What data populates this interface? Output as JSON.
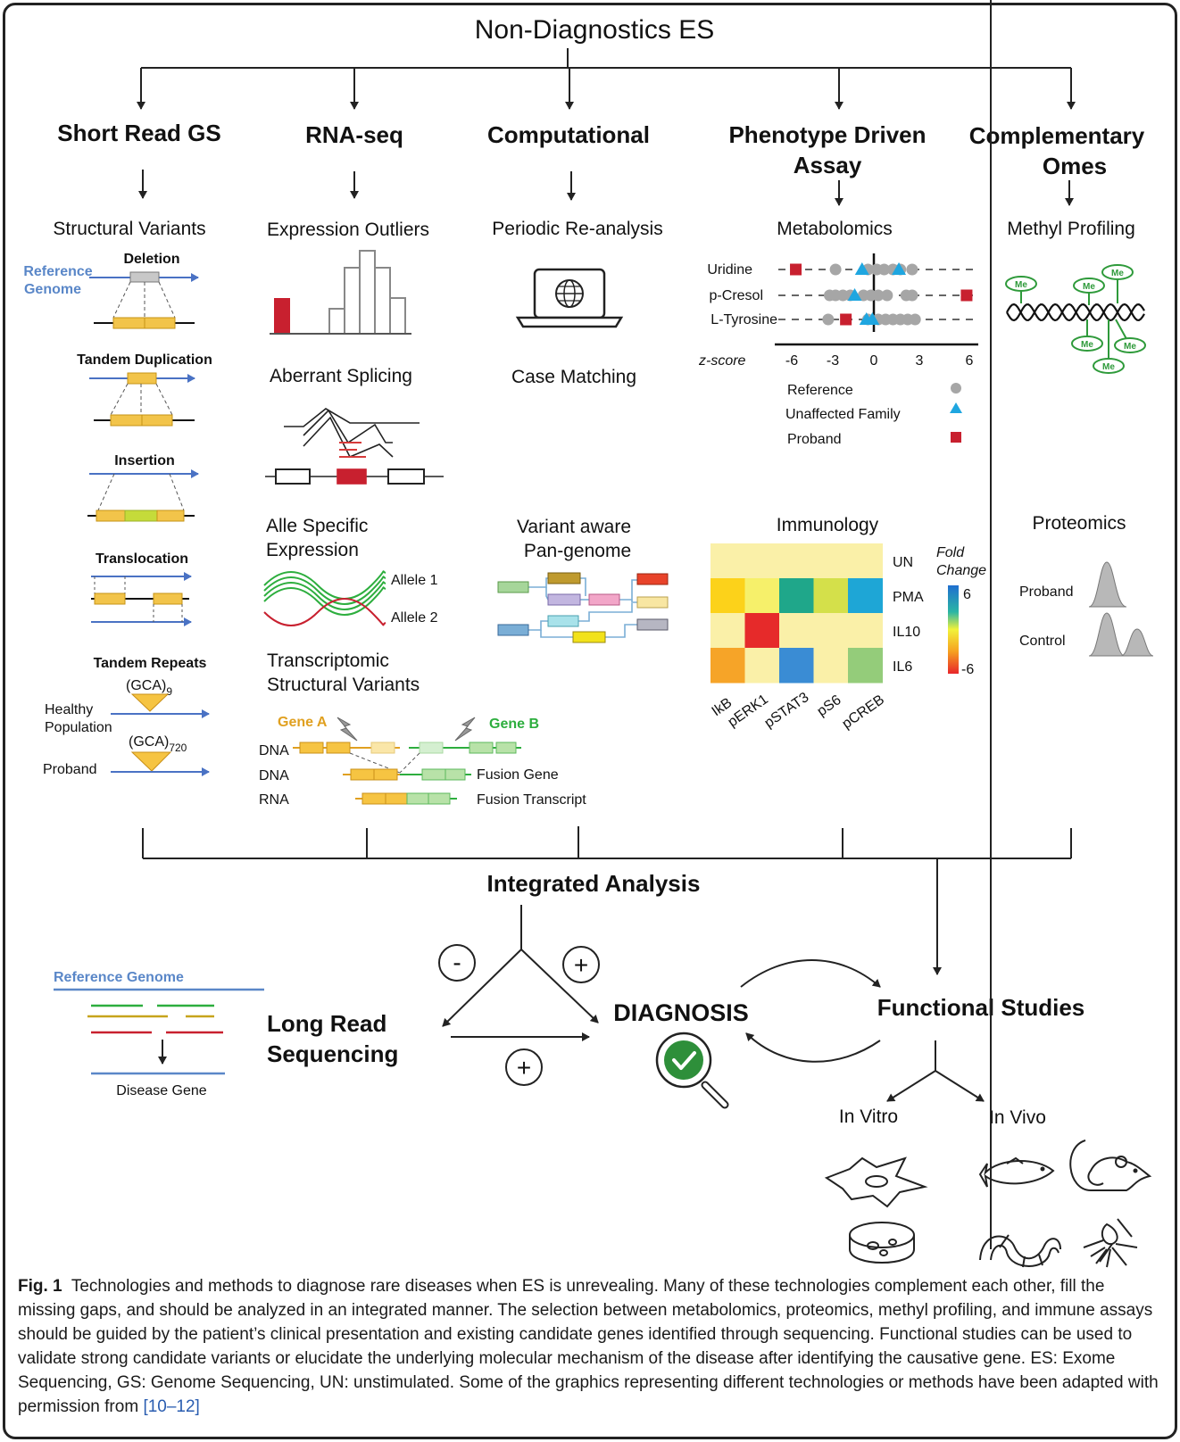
{
  "top_title": "Non-Diagnostics ES",
  "columns": [
    {
      "title": [
        "Short Read GS"
      ],
      "subtitle": "Structural Variants"
    },
    {
      "title": [
        "RNA-seq"
      ],
      "subtitle": "Expression Outliers"
    },
    {
      "title": [
        "Computational"
      ],
      "subtitle": "Periodic Re-analysis"
    },
    {
      "title": [
        "Phenotype Driven",
        "Assay"
      ],
      "subtitle": "Metabolomics"
    },
    {
      "title": [
        "Complementary",
        "Omes"
      ],
      "subtitle": "Methyl Profiling"
    }
  ],
  "structural_variants": {
    "reference_genome": [
      "Reference",
      "Genome"
    ],
    "deletion": "Deletion",
    "tandem_duplication": "Tandem Duplication",
    "insertion": "Insertion",
    "translocation": "Translocation",
    "tandem_repeats": "Tandem Repeats",
    "repeat_healthy": "(GCA)",
    "repeat_healthy_sub": "9",
    "repeat_proband": "(GCA)",
    "repeat_proband_sub": "720",
    "healthy_population": [
      "Healthy",
      "Population"
    ],
    "proband": "Proband"
  },
  "rna_seq": {
    "aberrant_splicing": "Aberrant Splicing",
    "allele_specific": [
      "Alle Specific",
      "Expression"
    ],
    "allele1": "Allele 1",
    "allele2": "Allele 2",
    "transcriptomic_sv": [
      "Transcriptomic",
      "Structural Variants"
    ],
    "gene_a": "Gene A",
    "gene_b": "Gene B",
    "dna1": "DNA",
    "dna2": "DNA",
    "rna": "RNA",
    "fusion_gene": "Fusion Gene",
    "fusion_transcript": "Fusion Transcript"
  },
  "computational": {
    "case_matching": "Case Matching",
    "variant_aware": [
      "Variant aware",
      "Pan-genome"
    ]
  },
  "metabolomics": {
    "rows": [
      "Uridine",
      "p-Cresol",
      "L-Tyrosine"
    ],
    "axis_label": "z-score",
    "ticks": [
      "-6",
      "-3",
      "0",
      "3",
      "6"
    ],
    "legend": [
      "Reference",
      "Unaffected Family",
      "Proband"
    ],
    "colors": {
      "reference": "#a6a6a6",
      "unaffected": "#1fa6e0",
      "proband": "#c8202f"
    }
  },
  "methyl": {
    "me_label": "Me"
  },
  "immunology": {
    "title": "Immunology",
    "rows": [
      "UN",
      "PMA",
      "IL10",
      "IL6"
    ],
    "cols": [
      "IkB",
      "pERK1",
      "pSTAT3",
      "pS6",
      "pCREB"
    ],
    "legend_title": [
      "Fold",
      "Change"
    ],
    "legend_max": "6",
    "legend_min": "-6"
  },
  "proteomics": {
    "title": "Proteomics",
    "proband": "Proband",
    "control": "Control"
  },
  "integrated_analysis": "Integrated Analysis",
  "minus_sign": "-",
  "plus_sign": "+",
  "long_read": {
    "reference_genome": "Reference Genome",
    "disease_gene": "Disease Gene",
    "title": [
      "Long Read",
      "Sequencing"
    ]
  },
  "diagnosis": "DIAGNOSIS",
  "functional_studies": "Functional Studies",
  "in_vitro": "In Vitro",
  "in_vivo": "In Vivo",
  "caption": {
    "label": "Fig. 1",
    "text": "Technologies and methods to diagnose rare diseases when ES is unrevealing. Many of these technologies complement each other, fill the missing gaps, and should be analyzed in an integrated manner. The selection between metabolomics, proteomics, methyl profiling, and immune assays should be guided by the patient’s clinical presentation and existing candidate genes identified through sequencing. Functional studies can be used to validate strong candidate variants or elucidate the underlying molecular mechanism of the disease after identifying the causative gene. ES: Exome Sequencing, GS: Genome Sequencing, UN: unstimulated. Some of the graphics representing different technologies or methods have been adapted with permission from",
    "ref": "[10–12]"
  }
}
